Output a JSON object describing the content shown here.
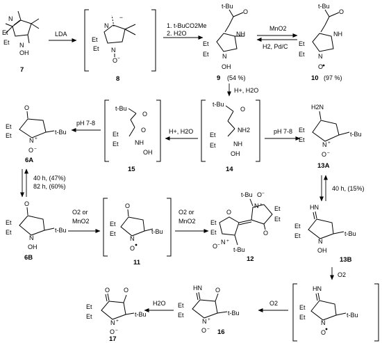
{
  "scheme": {
    "row1": {
      "c7": {
        "id": "7",
        "et1": "Et",
        "et2": "Et",
        "n": "N",
        "oh": "OH"
      },
      "r1": {
        "label": "LDA"
      },
      "c8": {
        "id": "8",
        "et1": "Et",
        "et2": "Et",
        "n": "N",
        "o": "O",
        "minus": "−"
      },
      "r2": {
        "line1": "1.  t-BuCO2Me",
        "line2": "2.  H2O"
      },
      "c9": {
        "id": "9",
        "yield": "(54 %)",
        "tbu": "t-Bu",
        "o": "O",
        "nh": "NH",
        "et1": "Et",
        "et2": "Et",
        "n": "N",
        "oh": "OH"
      },
      "r3": {
        "forward": "MnO2",
        "reverse": "H2, Pd/C"
      },
      "c10": {
        "id": "10",
        "yield": "(97 %)",
        "tbu": "t-Bu",
        "o": "O",
        "nh": "NH",
        "et1": "Et",
        "et2": "Et",
        "n": "N",
        "o2": "O"
      }
    },
    "row2": {
      "r_down9": {
        "label": "H+, H2O"
      },
      "c6A": {
        "id": "6A",
        "o": "O",
        "tbu": "t-Bu",
        "et1": "Et",
        "et2": "Et",
        "n": "N",
        "plus": "+",
        "o2": "O",
        "minus": "−"
      },
      "r_6A": {
        "label": "pH 7-8"
      },
      "c15": {
        "id": "15",
        "tbu": "t-Bu",
        "o1": "O",
        "o2": "O",
        "et1": "Et",
        "et2": "Et",
        "nh": "NH",
        "oh": "OH"
      },
      "r_15": {
        "label": "H+, H2O"
      },
      "c14": {
        "id": "14",
        "tbu": "t-Bu",
        "o": "O",
        "nh2": "NH2",
        "et1": "Et",
        "et2": "Et",
        "nh": "NH",
        "oh": "OH"
      },
      "r_13A": {
        "label": "pH 7-8"
      },
      "c13A": {
        "id": "13A",
        "h2n": "H2N",
        "tbu": "t-Bu",
        "et1": "Et",
        "et2": "Et",
        "n": "N",
        "plus": "+",
        "o": "O",
        "minus": "−"
      }
    },
    "row3": {
      "eq6": {
        "line1": "40 h, (47%)",
        "line2": "82 h, (60%)"
      },
      "c6B": {
        "id": "6B",
        "o": "O",
        "et1": "Et",
        "et2": "Et",
        "n": "N",
        "tbu": "t-Bu",
        "oh": "OH"
      },
      "r_11": {
        "line1": "O2 or",
        "line2": "MnO2"
      },
      "c11": {
        "id": "11",
        "o": "O",
        "et1": "Et",
        "et2": "Et",
        "n": "N",
        "tbu": "t-Bu",
        "o2": "O"
      },
      "r_12": {
        "line1": "O2 or",
        "line2": "MnO2"
      },
      "c12": {
        "id": "12",
        "tbu1": "t-Bu",
        "tbu2": "t-Bu",
        "et": "Et",
        "n": "N",
        "o": "O",
        "plus": "+",
        "minus": "−"
      },
      "eq13": {
        "label": "40 h, (15%)"
      },
      "c13B": {
        "id": "13B",
        "hn": "HN",
        "et1": "Et",
        "et2": "Et",
        "n": "N",
        "tbu": "t-Bu",
        "oh": "OH"
      }
    },
    "row4": {
      "r_rad": {
        "label": "O2"
      },
      "crad": {
        "hn": "HN",
        "et1": "Et",
        "et2": "Et",
        "n": "N",
        "tbu": "t-Bu",
        "o": "O"
      },
      "r_16": {
        "label": "O2"
      },
      "c16": {
        "id": "16",
        "hn": "HN",
        "o": "O",
        "tbu": "t-Bu",
        "et1": "Et",
        "et2": "Et",
        "n": "N",
        "plus": "+",
        "o2": "O",
        "minus": "−"
      },
      "r_17": {
        "label": "H2O"
      },
      "c17": {
        "id": "17",
        "o1": "O",
        "o2": "O",
        "tbu": "t-Bu",
        "et1": "Et",
        "et2": "Et",
        "n": "N",
        "plus": "+",
        "o3": "O",
        "minus": "−"
      }
    }
  }
}
